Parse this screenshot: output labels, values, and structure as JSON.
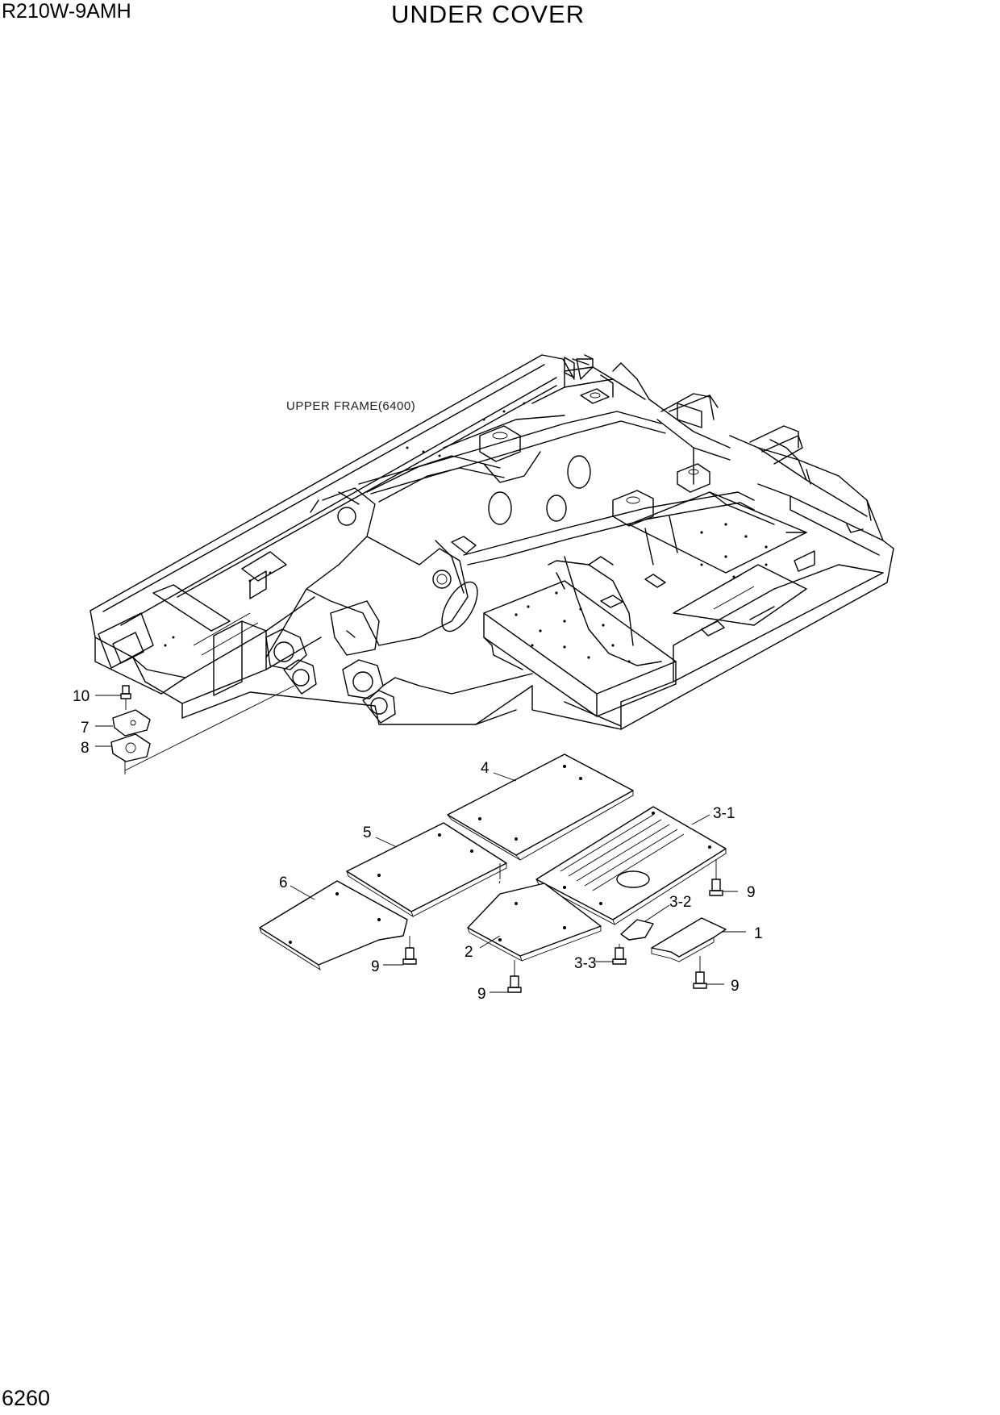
{
  "header": {
    "model": "R210W-9AMH",
    "title": "UNDER COVER"
  },
  "footer": {
    "page_number": "6260"
  },
  "diagram": {
    "frame_label": "UPPER FRAME(6400)",
    "callouts": {
      "c1": "1",
      "c2": "2",
      "c3_1": "3-1",
      "c3_2": "3-2",
      "c3_3": "3-3",
      "c4": "4",
      "c5": "5",
      "c6": "6",
      "c7": "7",
      "c8": "8",
      "c9": "9",
      "c10": "10"
    }
  }
}
